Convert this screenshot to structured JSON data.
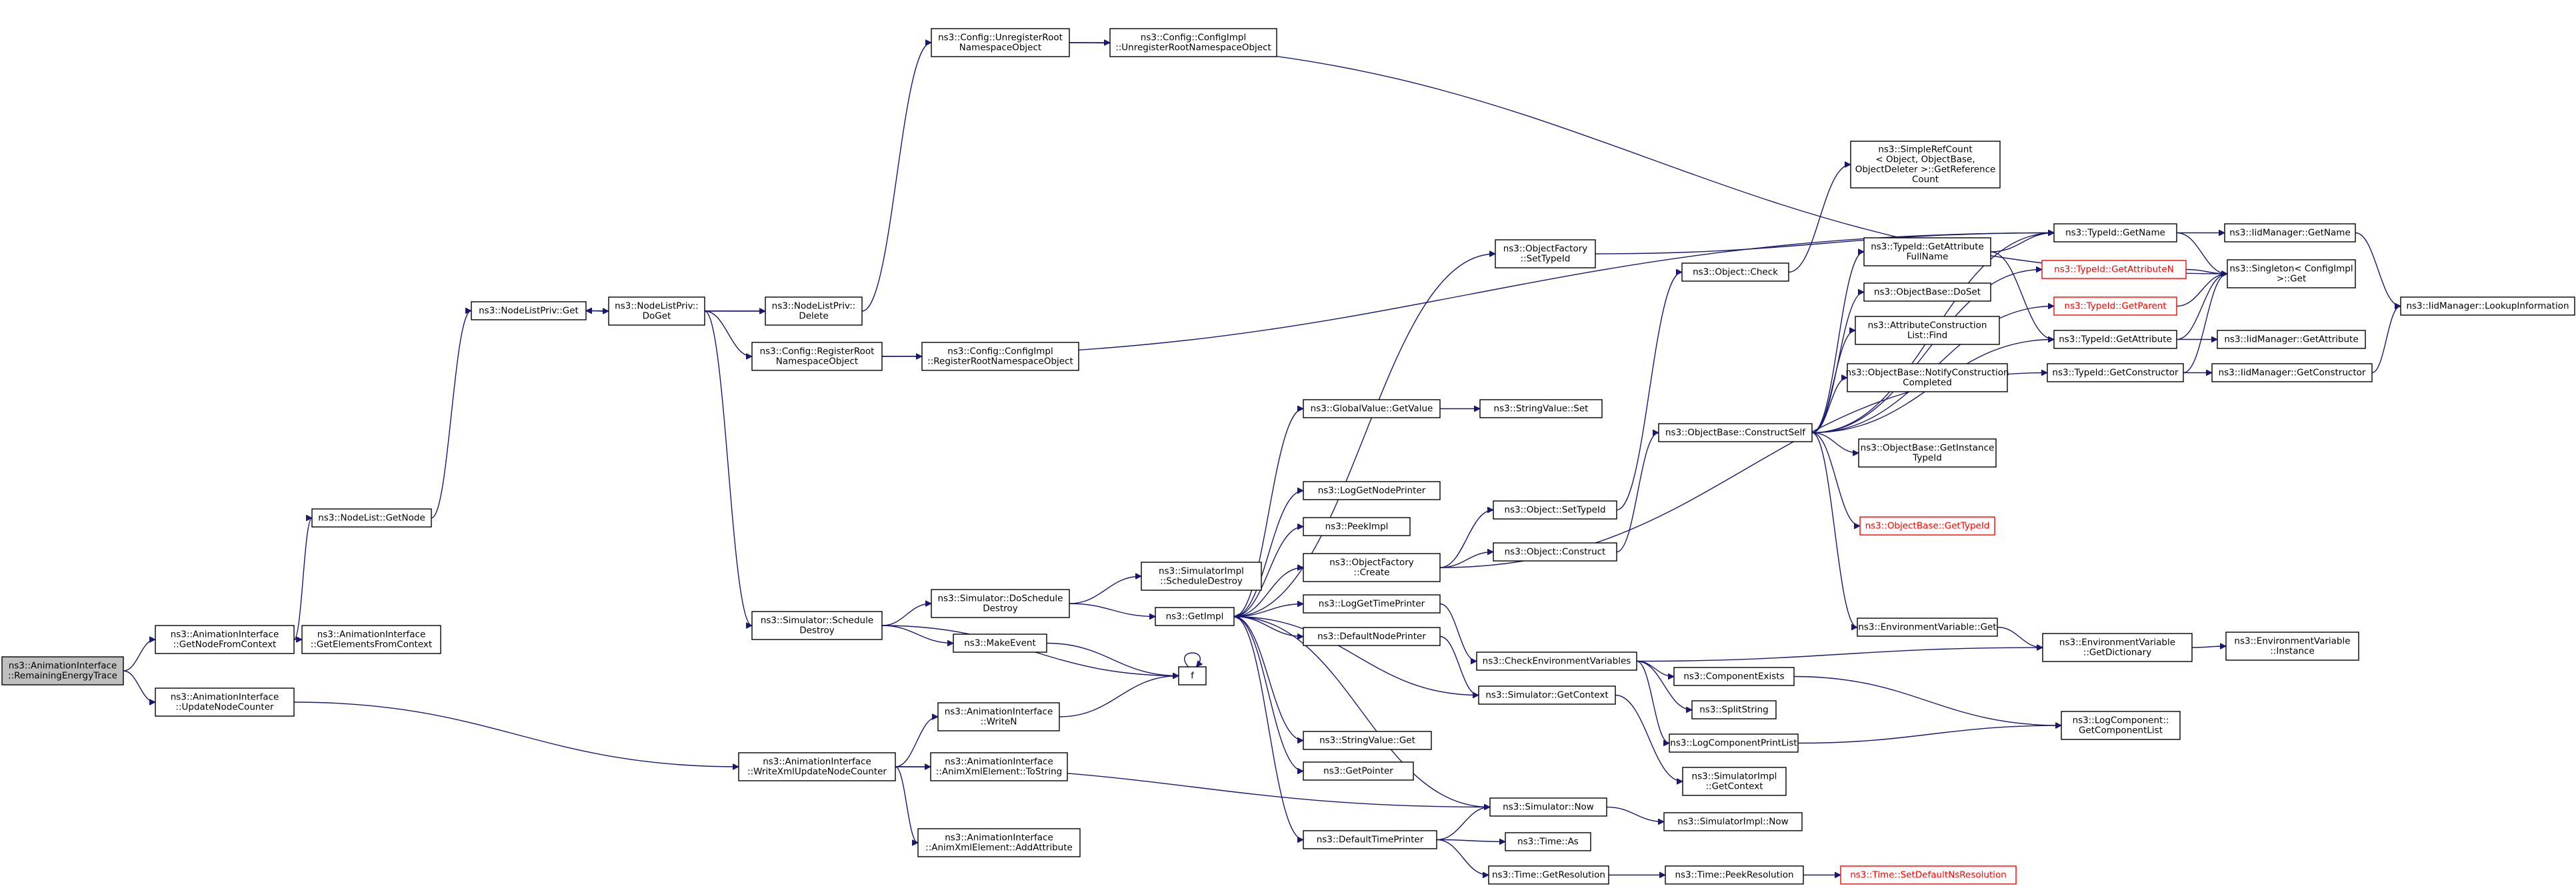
{
  "diagram": {
    "type": "call-graph",
    "nodes": [
      {
        "id": "n0",
        "lines": [
          "ns3::AnimationInterface",
          "::RemainingEnergyTrace"
        ],
        "root": true
      },
      {
        "id": "n1",
        "lines": [
          "ns3::AnimationInterface",
          "::GetNodeFromContext"
        ]
      },
      {
        "id": "n2",
        "lines": [
          "ns3::AnimationInterface",
          "::GetElementsFromContext"
        ]
      },
      {
        "id": "n3",
        "lines": [
          "ns3::NodeList::GetNode"
        ]
      },
      {
        "id": "n4",
        "lines": [
          "ns3::NodeListPriv::Get"
        ]
      },
      {
        "id": "n5",
        "lines": [
          "ns3::NodeListPriv::",
          "DoGet"
        ]
      },
      {
        "id": "n6",
        "lines": [
          "ns3::NodeListPriv::",
          "Delete"
        ]
      },
      {
        "id": "n7",
        "lines": [
          "ns3::Config::UnregisterRoot",
          "NamespaceObject"
        ]
      },
      {
        "id": "n8",
        "lines": [
          "ns3::Config::ConfigImpl",
          "::UnregisterRootNamespaceObject"
        ]
      },
      {
        "id": "n9",
        "lines": [
          "ns3::Config::RegisterRoot",
          "NamespaceObject"
        ]
      },
      {
        "id": "n10",
        "lines": [
          "ns3::Config::ConfigImpl",
          "::RegisterRootNamespaceObject"
        ]
      },
      {
        "id": "n11",
        "lines": [
          "ns3::Simulator::Schedule",
          "Destroy"
        ]
      },
      {
        "id": "n12",
        "lines": [
          "ns3::Simulator::DoSchedule",
          "Destroy"
        ]
      },
      {
        "id": "n13",
        "lines": [
          "ns3::SimulatorImpl",
          "::ScheduleDestroy"
        ]
      },
      {
        "id": "n14",
        "lines": [
          "ns3::MakeEvent"
        ]
      },
      {
        "id": "n15",
        "lines": [
          "ns3::GetImpl"
        ]
      },
      {
        "id": "n16",
        "lines": [
          "f"
        ]
      },
      {
        "id": "n17",
        "lines": [
          "ns3::AnimationInterface",
          "::UpdateNodeCounter"
        ]
      },
      {
        "id": "n18",
        "lines": [
          "ns3::AnimationInterface",
          "::WriteXmlUpdateNodeCounter"
        ]
      },
      {
        "id": "n19",
        "lines": [
          "ns3::AnimationInterface",
          "::WriteN"
        ]
      },
      {
        "id": "n20",
        "lines": [
          "ns3::AnimationInterface",
          "::AnimXmlElement::ToString"
        ]
      },
      {
        "id": "n21",
        "lines": [
          "ns3::AnimationInterface",
          "::AnimXmlElement::AddAttribute"
        ]
      },
      {
        "id": "n22",
        "lines": [
          "ns3::GlobalValue::GetValue"
        ]
      },
      {
        "id": "n23",
        "lines": [
          "ns3::StringValue::Set"
        ]
      },
      {
        "id": "n24",
        "lines": [
          "ns3::LogGetNodePrinter"
        ]
      },
      {
        "id": "n25",
        "lines": [
          "ns3::PeekImpl"
        ]
      },
      {
        "id": "n26",
        "lines": [
          "ns3::ObjectFactory",
          "::Create"
        ]
      },
      {
        "id": "n27",
        "lines": [
          "ns3::LogGetTimePrinter"
        ]
      },
      {
        "id": "n28",
        "lines": [
          "ns3::DefaultNodePrinter"
        ]
      },
      {
        "id": "n29",
        "lines": [
          "ns3::StringValue::Get"
        ]
      },
      {
        "id": "n30",
        "lines": [
          "ns3::GetPointer"
        ]
      },
      {
        "id": "n31",
        "lines": [
          "ns3::DefaultTimePrinter"
        ]
      },
      {
        "id": "n32",
        "lines": [
          "ns3::ObjectFactory",
          "::SetTypeId"
        ]
      },
      {
        "id": "n33",
        "lines": [
          "ns3::Object::SetTypeId"
        ]
      },
      {
        "id": "n34",
        "lines": [
          "ns3::Object::Construct"
        ]
      },
      {
        "id": "n35",
        "lines": [
          "ns3::CheckEnvironmentVariables"
        ]
      },
      {
        "id": "n36",
        "lines": [
          "ns3::Simulator::GetContext"
        ]
      },
      {
        "id": "n37",
        "lines": [
          "ns3::Simulator::Now"
        ]
      },
      {
        "id": "n38",
        "lines": [
          "ns3::Time::As"
        ]
      },
      {
        "id": "n39",
        "lines": [
          "ns3::Time::GetResolution"
        ]
      },
      {
        "id": "n40",
        "lines": [
          "ns3::Object::Check"
        ]
      },
      {
        "id": "n41",
        "lines": [
          "ns3::ObjectBase::ConstructSelf"
        ]
      },
      {
        "id": "n42",
        "lines": [
          "ns3::EnvironmentVariable::Get"
        ]
      },
      {
        "id": "n43",
        "lines": [
          "ns3::ComponentExists"
        ]
      },
      {
        "id": "n44",
        "lines": [
          "ns3::SplitString"
        ]
      },
      {
        "id": "n45",
        "lines": [
          "ns3::LogComponentPrintList"
        ]
      },
      {
        "id": "n46",
        "lines": [
          "ns3::SimulatorImpl",
          "::GetContext"
        ]
      },
      {
        "id": "n47",
        "lines": [
          "ns3::SimulatorImpl::Now"
        ]
      },
      {
        "id": "n48",
        "lines": [
          "ns3::Time::PeekResolution"
        ]
      },
      {
        "id": "n49",
        "lines": [
          "ns3::Time::SetDefaultNsResolution"
        ],
        "truncated": true
      },
      {
        "id": "n50",
        "lines": [
          "ns3::SimpleRefCount",
          "< Object, ObjectBase,",
          "ObjectDeleter >::GetReference",
          "Count"
        ]
      },
      {
        "id": "n51",
        "lines": [
          "ns3::TypeId::GetAttribute",
          "FullName"
        ]
      },
      {
        "id": "n52",
        "lines": [
          "ns3::ObjectBase::DoSet"
        ]
      },
      {
        "id": "n53",
        "lines": [
          "ns3::AttributeConstruction",
          "List::Find"
        ]
      },
      {
        "id": "n54",
        "lines": [
          "ns3::ObjectBase::NotifyConstruction",
          "Completed"
        ]
      },
      {
        "id": "n55",
        "lines": [
          "ns3::ObjectBase::GetInstance",
          "TypeId"
        ]
      },
      {
        "id": "n56",
        "lines": [
          "ns3::ObjectBase::GetTypeId"
        ],
        "truncated": true
      },
      {
        "id": "n57",
        "lines": [
          "ns3::TypeId::GetName"
        ]
      },
      {
        "id": "n58",
        "lines": [
          "ns3::TypeId::GetAttributeN"
        ],
        "truncated": true
      },
      {
        "id": "n59",
        "lines": [
          "ns3::TypeId::GetParent"
        ],
        "truncated": true
      },
      {
        "id": "n60",
        "lines": [
          "ns3::TypeId::GetAttribute"
        ]
      },
      {
        "id": "n61",
        "lines": [
          "ns3::TypeId::GetConstructor"
        ]
      },
      {
        "id": "n62",
        "lines": [
          "ns3::EnvironmentVariable",
          "::GetDictionary"
        ]
      },
      {
        "id": "n63",
        "lines": [
          "ns3::LogComponent::",
          "GetComponentList"
        ]
      },
      {
        "id": "n64",
        "lines": [
          "ns3::IidManager::GetName"
        ]
      },
      {
        "id": "n65",
        "lines": [
          "ns3::Singleton< ConfigImpl",
          " >::Get"
        ]
      },
      {
        "id": "n66",
        "lines": [
          "ns3::IidManager::GetAttribute"
        ]
      },
      {
        "id": "n67",
        "lines": [
          "ns3::IidManager::GetConstructor"
        ]
      },
      {
        "id": "n68",
        "lines": [
          "ns3::IidManager::LookupInformation"
        ]
      },
      {
        "id": "n69",
        "lines": [
          "ns3::EnvironmentVariable",
          "::Instance"
        ]
      }
    ],
    "edges": [
      [
        "n0",
        "n1"
      ],
      [
        "n0",
        "n17"
      ],
      [
        "n1",
        "n2"
      ],
      [
        "n1",
        "n3"
      ],
      [
        "n3",
        "n4"
      ],
      [
        "n4",
        "n5"
      ],
      [
        "n5",
        "n4"
      ],
      [
        "n5",
        "n6"
      ],
      [
        "n5",
        "n9"
      ],
      [
        "n5",
        "n11"
      ],
      [
        "n6",
        "n4"
      ],
      [
        "n6",
        "n7"
      ],
      [
        "n7",
        "n8"
      ],
      [
        "n7",
        "n65"
      ],
      [
        "n9",
        "n10"
      ],
      [
        "n9",
        "n57"
      ],
      [
        "n11",
        "n12"
      ],
      [
        "n11",
        "n14"
      ],
      [
        "n11",
        "n16"
      ],
      [
        "n12",
        "n13"
      ],
      [
        "n12",
        "n15"
      ],
      [
        "n14",
        "n16"
      ],
      [
        "n16",
        "n16"
      ],
      [
        "n17",
        "n18"
      ],
      [
        "n18",
        "n19"
      ],
      [
        "n18",
        "n20"
      ],
      [
        "n18",
        "n21"
      ],
      [
        "n18",
        "n37"
      ],
      [
        "n19",
        "n16"
      ],
      [
        "n15",
        "n22"
      ],
      [
        "n15",
        "n24"
      ],
      [
        "n15",
        "n25"
      ],
      [
        "n15",
        "n26"
      ],
      [
        "n15",
        "n27"
      ],
      [
        "n15",
        "n28"
      ],
      [
        "n15",
        "n29"
      ],
      [
        "n15",
        "n30"
      ],
      [
        "n15",
        "n31"
      ],
      [
        "n15",
        "n32"
      ],
      [
        "n22",
        "n23"
      ],
      [
        "n26",
        "n33"
      ],
      [
        "n26",
        "n34"
      ],
      [
        "n26",
        "n61"
      ],
      [
        "n27",
        "n35"
      ],
      [
        "n28",
        "n36"
      ],
      [
        "n31",
        "n37"
      ],
      [
        "n31",
        "n38"
      ],
      [
        "n31",
        "n39"
      ],
      [
        "n32",
        "n57"
      ],
      [
        "n33",
        "n40"
      ],
      [
        "n34",
        "n41"
      ],
      [
        "n35",
        "n62"
      ],
      [
        "n35",
        "n43"
      ],
      [
        "n35",
        "n44"
      ],
      [
        "n35",
        "n45"
      ],
      [
        "n36",
        "n15"
      ],
      [
        "n36",
        "n46"
      ],
      [
        "n37",
        "n15"
      ],
      [
        "n37",
        "n47"
      ],
      [
        "n39",
        "n48"
      ],
      [
        "n40",
        "n50"
      ],
      [
        "n41",
        "n51"
      ],
      [
        "n41",
        "n52"
      ],
      [
        "n41",
        "n53"
      ],
      [
        "n41",
        "n54"
      ],
      [
        "n41",
        "n55"
      ],
      [
        "n41",
        "n56"
      ],
      [
        "n41",
        "n57"
      ],
      [
        "n41",
        "n58"
      ],
      [
        "n41",
        "n59"
      ],
      [
        "n41",
        "n60"
      ],
      [
        "n41",
        "n42"
      ],
      [
        "n42",
        "n62"
      ],
      [
        "n43",
        "n63"
      ],
      [
        "n45",
        "n63"
      ],
      [
        "n48",
        "n49"
      ],
      [
        "n51",
        "n57"
      ],
      [
        "n51",
        "n60"
      ],
      [
        "n57",
        "n64"
      ],
      [
        "n57",
        "n65"
      ],
      [
        "n58",
        "n65"
      ],
      [
        "n59",
        "n65"
      ],
      [
        "n60",
        "n66"
      ],
      [
        "n60",
        "n65"
      ],
      [
        "n61",
        "n67"
      ],
      [
        "n61",
        "n65"
      ],
      [
        "n62",
        "n69"
      ],
      [
        "n64",
        "n68"
      ],
      [
        "n67",
        "n68"
      ]
    ]
  }
}
